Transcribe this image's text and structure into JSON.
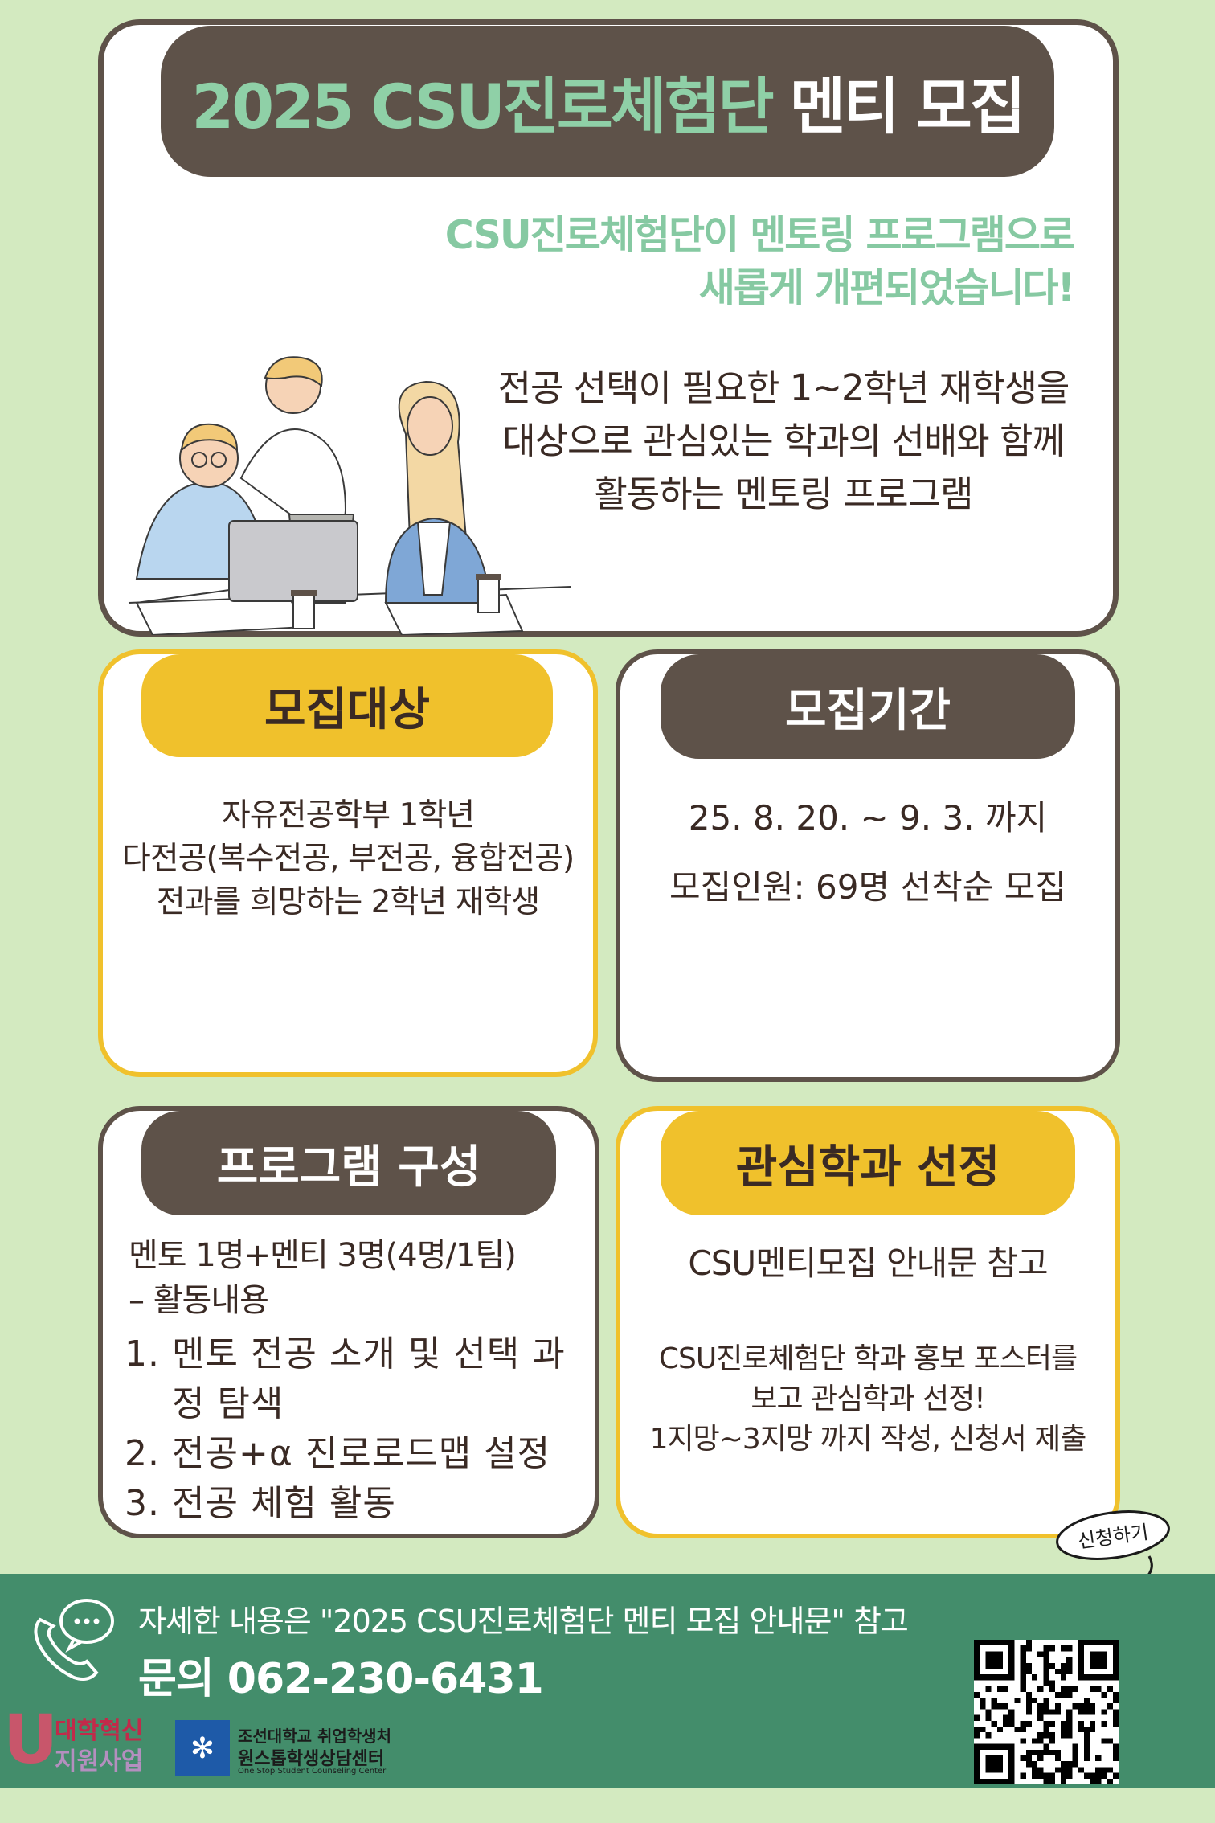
{
  "hero": {
    "title_year_program": "2025 CSU진로체험단",
    "title_suffix": "멘티 모집",
    "subtitle_line1": "CSU진로체험단이 멘토링 프로그램으로",
    "subtitle_line2": "새롭게 개편되었습니다!",
    "desc_line1": "전공 선택이 필요한 1~2학년 재학생을",
    "desc_line2": "대상으로 관심있는 학과의 선배와 함께",
    "desc_line3": "활동하는 멘토링 프로그램"
  },
  "target": {
    "heading": "모집대상",
    "line1": "자유전공학부 1학년",
    "line2": "다전공(복수전공, 부전공, 융합전공)",
    "line3": "전과를 희망하는 2학년 재학생"
  },
  "period": {
    "heading": "모집기간",
    "dates": "25. 8. 20. ~ 9. 3. 까지",
    "quota": "모집인원: 69명 선착순 모집"
  },
  "program": {
    "heading": "프로그램 구성",
    "intro_line1": "멘토 1명+멘티 3명(4명/1팀)",
    "intro_line2": "– 활동내용",
    "items": [
      "멘토 전공 소개 및 선택 과정 탐색",
      "전공+α   진로로드맵 설정",
      "전공 체험 활동"
    ]
  },
  "selection": {
    "heading": "관심학과 선정",
    "reference": "CSU멘티모집 안내문 참고",
    "line1": "CSU진로체험단 학과 홍보 포스터를",
    "line2": "보고 관심학과 선정!",
    "line3": "1지망~3지망 까지 작성, 신청서 제출"
  },
  "apply_stamp": "신청하기",
  "footer": {
    "note": "자세한 내용은 \"2025 CSU진로체험단 멘티 모집 안내문\" 참고",
    "phone": "문의 062-230-6431"
  },
  "logos": {
    "innovation_line1": "대학혁신",
    "innovation_line2": "지원사업",
    "chosun_line1": "조선대학교 취업학생처",
    "chosun_line2": "원스톱학생상담센터",
    "chosun_line3": "One Stop Student Counseling Center"
  },
  "icons": [
    "phone-chat-icon",
    "arrow-icon",
    "qr-code-icon",
    "people-illustration"
  ],
  "colors": {
    "background": "#d3eac0",
    "dark": "#5e5249",
    "yellow": "#f0c12c",
    "green_text": "#86c9a2",
    "footer": "#438d6b"
  }
}
